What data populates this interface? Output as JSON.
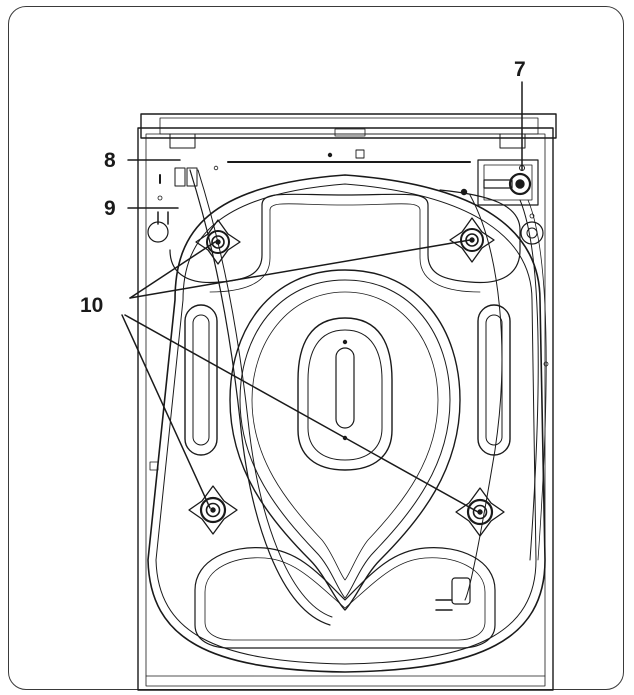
{
  "callouts": {
    "label_7": "7",
    "label_8": "8",
    "label_9": "9",
    "label_10": "10"
  },
  "colors": {
    "line": "#1a1a1a",
    "frame": "#3a3a3a",
    "background": "#ffffff"
  }
}
